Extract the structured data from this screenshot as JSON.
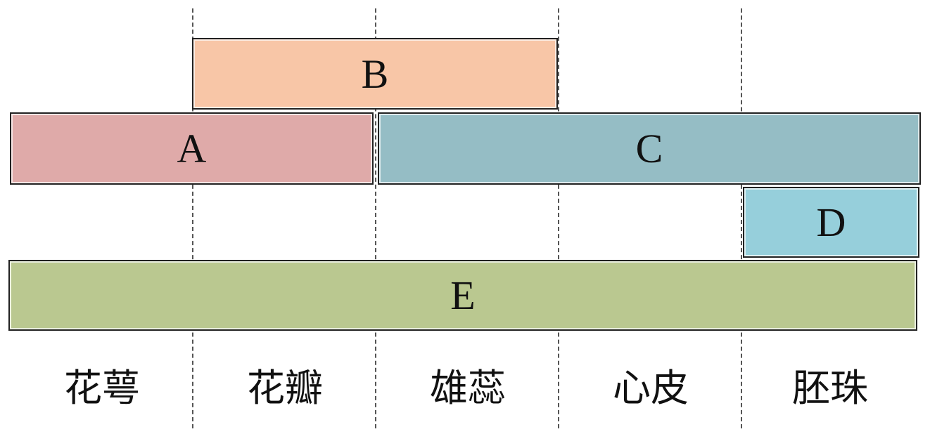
{
  "boxes": {
    "A": {
      "label": "A",
      "color": "#dfaaa9"
    },
    "B": {
      "label": "B",
      "color": "#f8c6a7"
    },
    "C": {
      "label": "C",
      "color": "#95bdc5"
    },
    "D": {
      "label": "D",
      "color": "#96cfdb"
    },
    "E": {
      "label": "E",
      "color": "#bac890"
    }
  },
  "organs": [
    "花萼",
    "花瓣",
    "雄蕊",
    "心皮",
    "胚珠"
  ]
}
